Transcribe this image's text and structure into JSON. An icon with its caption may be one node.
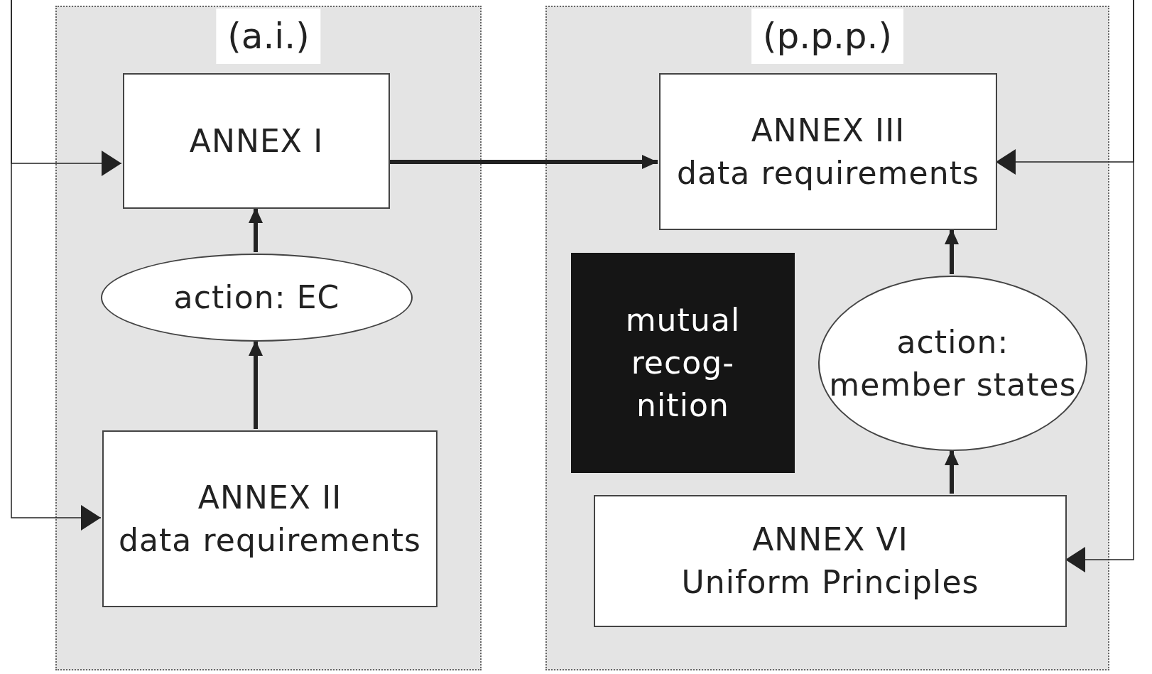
{
  "diagram": {
    "nodes": [
      {
        "text": [
          "(a.i.)"
        ]
      },
      {
        "text": [
          "ANNEX I"
        ],
        "in": 0
      },
      {
        "text": [
          "action: EC"
        ],
        "in": 0
      },
      {
        "text": [
          "ANNEX II",
          "data requirements"
        ],
        "in": 0
      },
      {
        "text": [
          "(p.p.p.)"
        ]
      },
      {
        "text": [
          "ANNEX III",
          "data requirements"
        ],
        "in": 4
      },
      {
        "text": [
          "mutual recog- nition"
        ],
        "in": 4
      },
      {
        "text": [
          "action: member states"
        ],
        "in": 4
      },
      {
        "text": [
          "ANNEX VI",
          "Uniform Principles"
        ],
        "in": 4
      }
    ],
    "edges": [
      {
        "from": 3,
        "to": 2,
        "arrow": "to"
      },
      {
        "from": 2,
        "to": 1,
        "arrow": "to"
      },
      {
        "from": 1,
        "to": 5,
        "arrow": "to"
      },
      {
        "from": 8,
        "to": 7,
        "arrow": "to"
      },
      {
        "from": 7,
        "to": 5,
        "arrow": "to"
      },
      {
        "from": null,
        "to": 1,
        "arrow": "to"
      },
      {
        "from": null,
        "to": 3,
        "arrow": "to"
      },
      {
        "from": null,
        "to": 5,
        "arrow": "to"
      },
      {
        "from": null,
        "to": 8,
        "arrow": "to"
      }
    ]
  }
}
